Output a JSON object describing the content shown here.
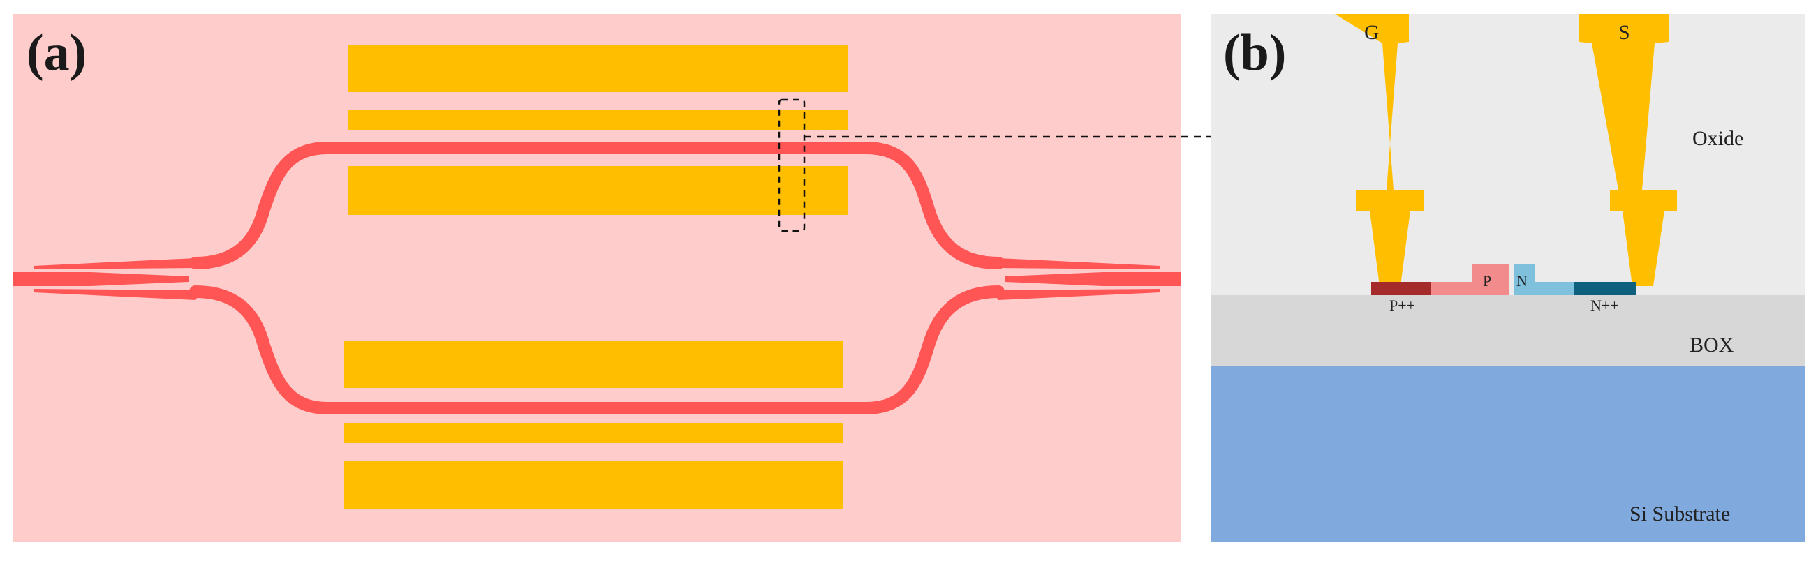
{
  "panel_a": {
    "label": "(a)"
  },
  "panel_b": {
    "label": "(b)",
    "electrodes": {
      "left": "G",
      "right": "S"
    },
    "layers": {
      "oxide": "Oxide",
      "box": "BOX",
      "substrate": "Si Substrate"
    },
    "doping": {
      "p_plus": "P++",
      "p": "P",
      "n": "N",
      "n_plus": "N++"
    }
  },
  "colors": {
    "panel_a_background": "#ffcccc",
    "electrode": "#ffbf00",
    "waveguide": "#ff5555",
    "oxide": "#ebebeb",
    "box": "#d7d7d7",
    "substrate": "#80a9de",
    "p_plus_plus": "#a52a2a",
    "p": "#f28b8b",
    "n": "#7fc0dc",
    "n_plus_plus": "#0f5f7f"
  }
}
